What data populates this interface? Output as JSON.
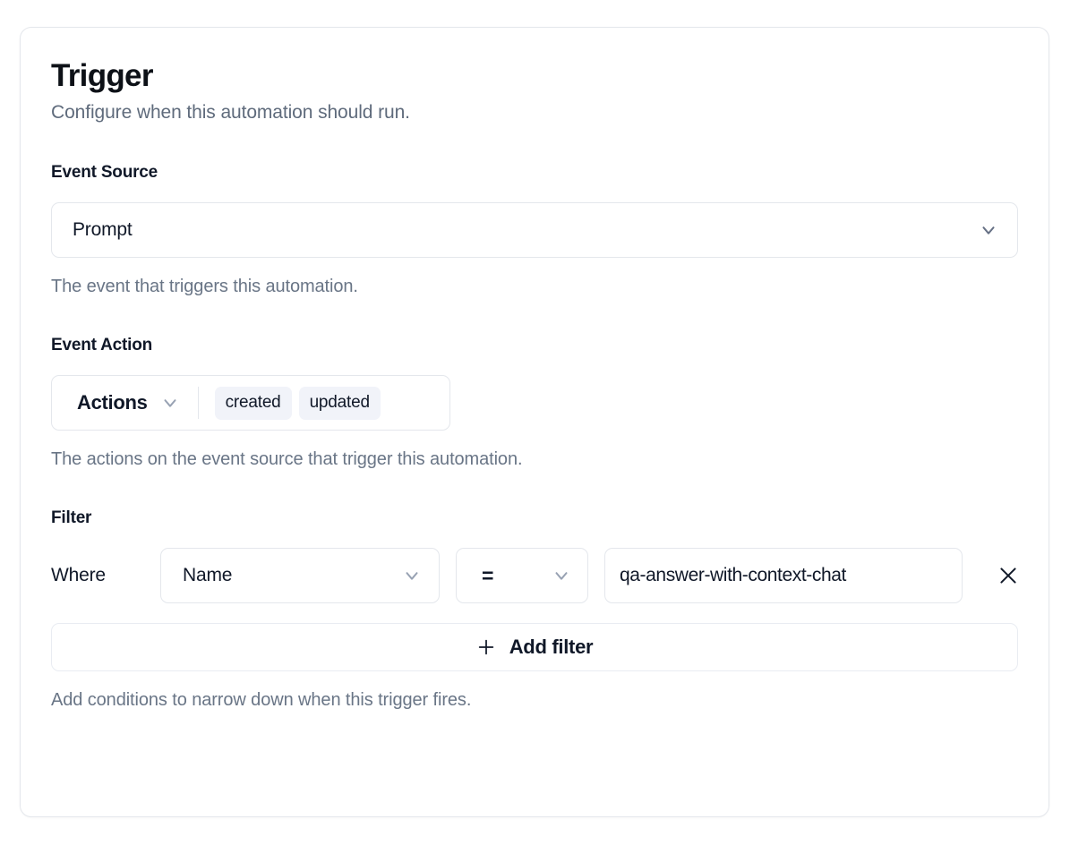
{
  "card": {
    "title": "Trigger",
    "subtitle": "Configure when this automation should run."
  },
  "event_source": {
    "label": "Event Source",
    "selected": "Prompt",
    "helper": "The event that triggers this automation.",
    "chevron_icon": "chevron-down-icon"
  },
  "event_action": {
    "label": "Event Action",
    "select_label": "Actions",
    "chips": [
      "created",
      "updated"
    ],
    "helper": "The actions on the event source that trigger this automation.",
    "chevron_icon": "chevron-down-icon"
  },
  "filter": {
    "label": "Filter",
    "where_label": "Where",
    "field_value": "Name",
    "operator_value": "=",
    "value_text": "qa-answer-with-context-chat",
    "value_placeholder": "",
    "remove_icon": "close-icon",
    "add_filter_label": "Add filter",
    "add_filter_icon": "plus-icon",
    "helper": "Add conditions to narrow down when this trigger fires."
  },
  "colors": {
    "text_primary": "#101828",
    "text_muted": "#697586",
    "border": "#e4e7ec",
    "chip_bg": "#f1f3f9",
    "surface": "#ffffff"
  }
}
